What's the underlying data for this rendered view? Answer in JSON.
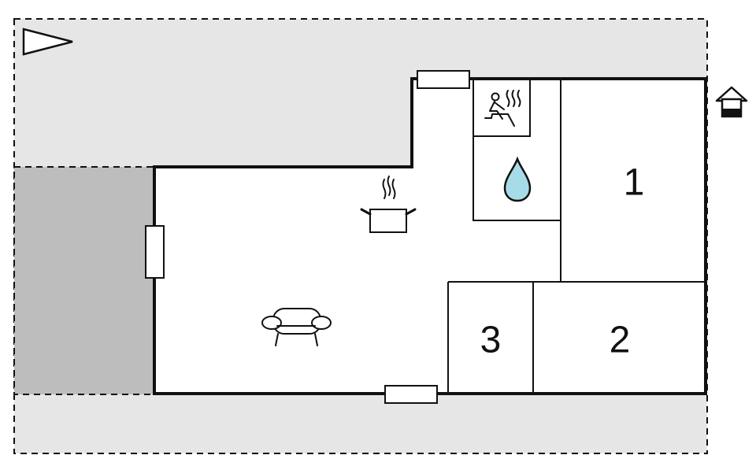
{
  "colors": {
    "outdoor_area": "#e6e6e6",
    "terrace": "#bdbdbd",
    "wall": "#111111",
    "floor": "#ffffff",
    "water_drop": "#a6dce8"
  },
  "icons": {
    "compass": "compass-arrow-icon",
    "sauna": "sauna-icon",
    "bathroom": "water-drop-icon",
    "kitchen": "cooking-pot-icon",
    "living_room": "sofa-icon",
    "entrance": "entrance-house-icon"
  },
  "rooms": {
    "bedroom_1": "1",
    "bedroom_2": "2",
    "bedroom_3": "3"
  }
}
